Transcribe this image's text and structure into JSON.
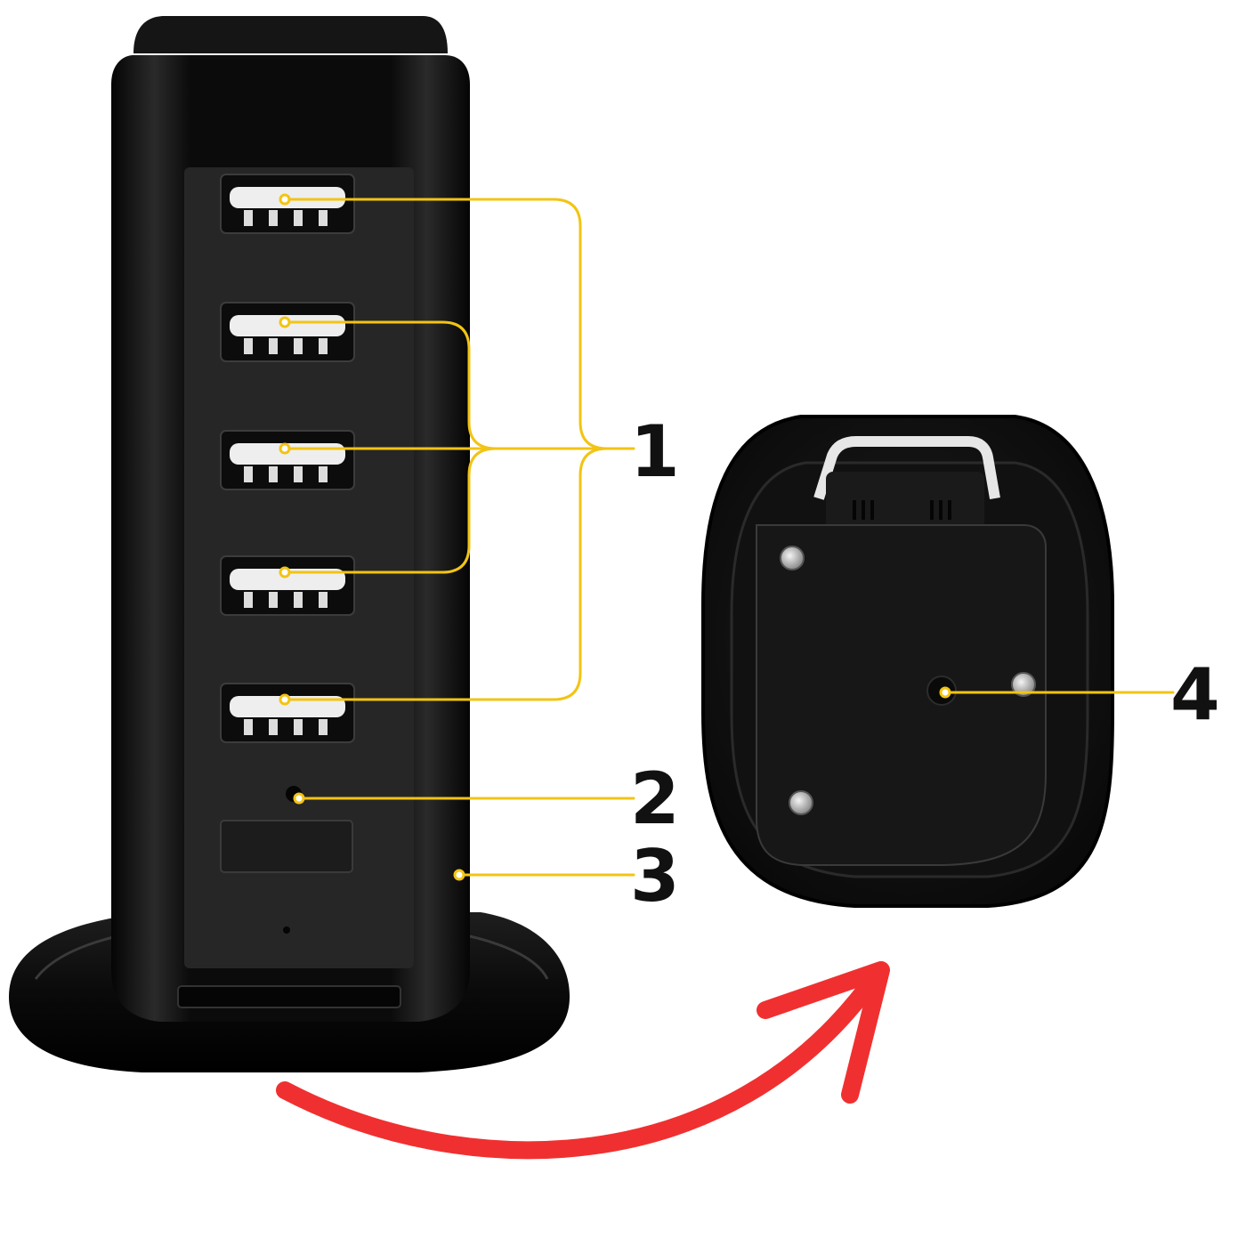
{
  "callouts": [
    {
      "number": "1",
      "target": "usb-ports"
    },
    {
      "number": "2",
      "target": "led-indicator"
    },
    {
      "number": "3",
      "target": "side-housing"
    },
    {
      "number": "4",
      "target": "bottom-reset-hole"
    }
  ],
  "colors": {
    "callout_line": "#f2c414",
    "arrow": "#f03030",
    "device_body": "#141414",
    "device_panel": "#262626",
    "port_insert": "#eeeeee",
    "label_text": "#111111"
  },
  "icons": {
    "flip_arrow": "curved-arrow-icon"
  }
}
